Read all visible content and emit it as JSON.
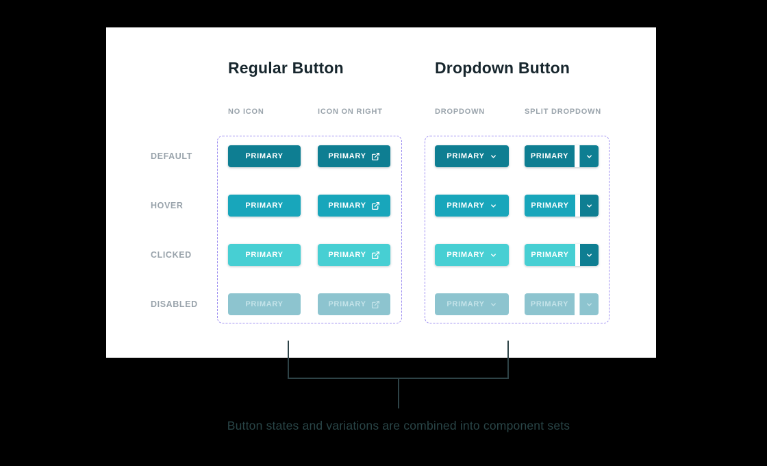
{
  "card": {
    "sections": [
      {
        "title": "Regular Button",
        "columns": [
          "NO ICON",
          "ICON ON RIGHT"
        ]
      },
      {
        "title": "Dropdown Button",
        "columns": [
          "DROPDOWN",
          "SPLIT DROPDOWN"
        ]
      }
    ],
    "rows": [
      "DEFAULT",
      "HOVER",
      "CLICKED",
      "DISABLED"
    ],
    "button_label": "PRIMARY"
  },
  "icons": {
    "icon_on_right": "external-link",
    "dropdown": "chevron-down"
  },
  "annotation": {
    "caption": "Button states and variations are combined into component sets"
  },
  "colors": {
    "page_bg": "#000000",
    "card_bg": "#ffffff",
    "heading_text": "#17262d",
    "muted_label": "#99a3ab",
    "group_border": "#9d8df1",
    "btn_default": "#0e7e92",
    "btn_hover": "#18a6bb",
    "btn_clicked": "#47cfd3",
    "btn_disabled": "#8dc4cf",
    "btn_disabled_text": "#c4e3e9",
    "annotation_line": "#2e4347",
    "annotation_text": "#294547"
  }
}
